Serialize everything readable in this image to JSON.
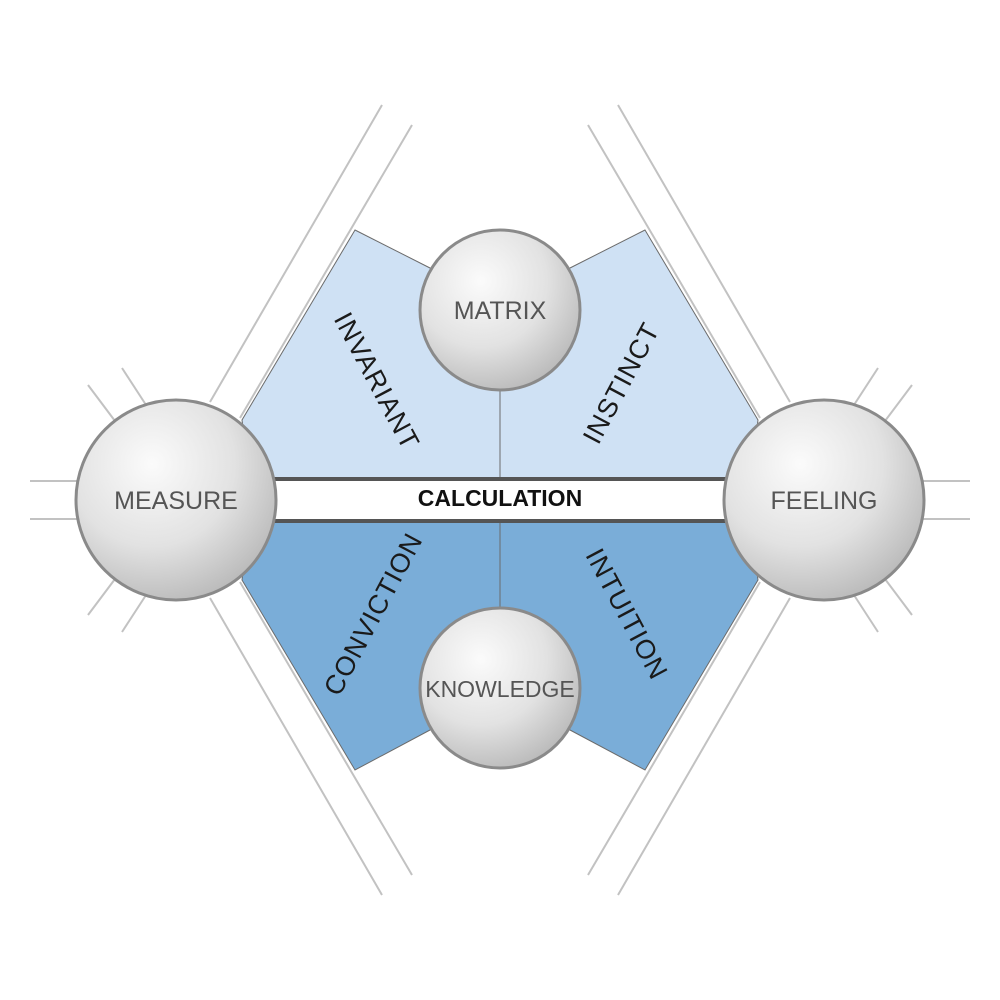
{
  "diagram": {
    "center_bar": {
      "label": "CALCULATION"
    },
    "nodes": {
      "top": {
        "label": "MATRIX"
      },
      "bottom": {
        "label": "KNOWLEDGE"
      },
      "left": {
        "label": "MEASURE"
      },
      "right": {
        "label": "FEELING"
      }
    },
    "regions": {
      "upper_left": {
        "label": "INVARIANT",
        "color": "#cfe1f4"
      },
      "upper_right": {
        "label": "INSTINCT",
        "color": "#cfe1f4"
      },
      "lower_left": {
        "label": "CONVICTION",
        "color": "#7aadd8"
      },
      "lower_right": {
        "label": "INTUITION",
        "color": "#7aadd8"
      }
    },
    "colors": {
      "guide_lines": "#c2c2c2",
      "outline": "#6b6b6b",
      "node_fill_light": "#f8f8f8",
      "node_fill_dark": "#b9b9b9",
      "bar_border": "#555555"
    }
  }
}
